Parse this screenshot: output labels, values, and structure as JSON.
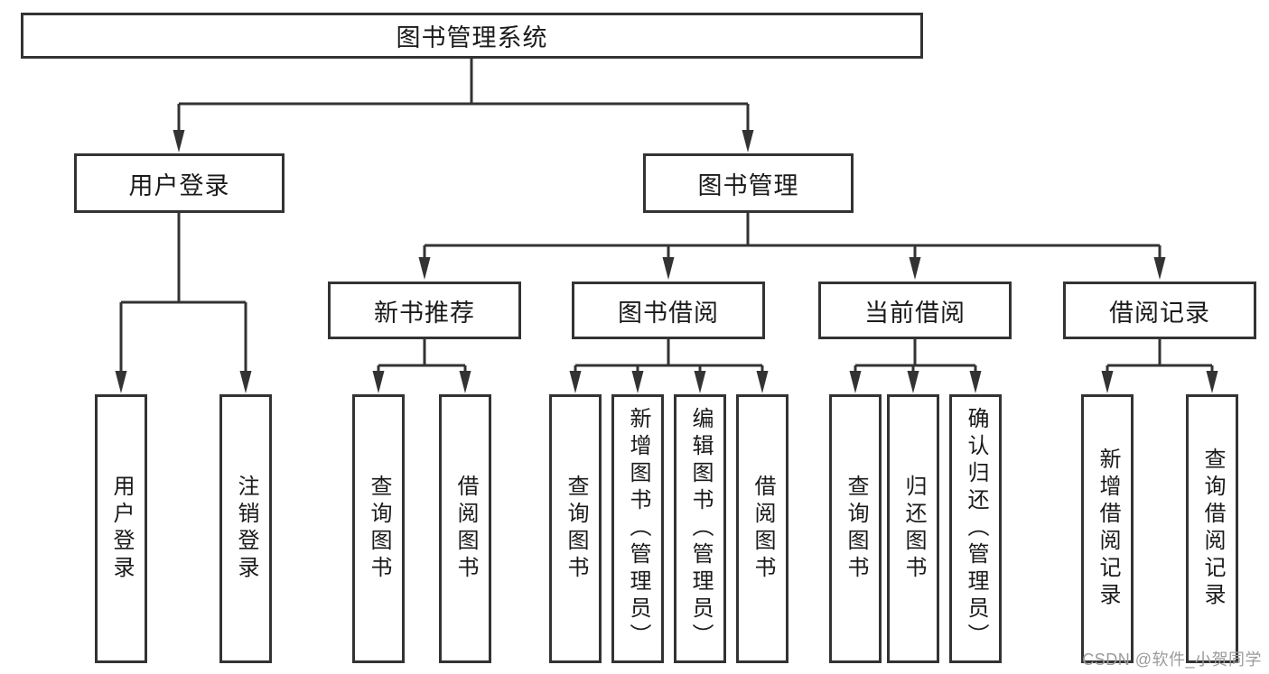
{
  "colors": {
    "line": "#333333",
    "box_border": "#333333",
    "box_background": "#ffffff",
    "text": "#1a1a1a",
    "watermark": "#9b9b9b",
    "page_background": "#ffffff"
  },
  "watermark": {
    "text": "CSDN @软件_小贺同学"
  },
  "tree": {
    "root": {
      "label": "图书管理系统",
      "children": [
        {
          "label": "用户登录",
          "children": [
            {
              "label": "用户登录"
            },
            {
              "label": "注销登录"
            }
          ]
        },
        {
          "label": "图书管理",
          "children": [
            {
              "label": "新书推荐",
              "children": [
                {
                  "label": "查询图书"
                },
                {
                  "label": "借阅图书"
                }
              ]
            },
            {
              "label": "图书借阅",
              "children": [
                {
                  "label": "查询图书"
                },
                {
                  "label": "新增图书（管理员）"
                },
                {
                  "label": "编辑图书（管理员）"
                },
                {
                  "label": "借阅图书"
                }
              ]
            },
            {
              "label": "当前借阅",
              "children": [
                {
                  "label": "查询图书"
                },
                {
                  "label": "归还图书"
                },
                {
                  "label": "确认归还（管理员）"
                }
              ]
            },
            {
              "label": "借阅记录",
              "children": [
                {
                  "label": "新增借阅记录"
                },
                {
                  "label": "查询借阅记录"
                }
              ]
            }
          ]
        }
      ]
    }
  }
}
